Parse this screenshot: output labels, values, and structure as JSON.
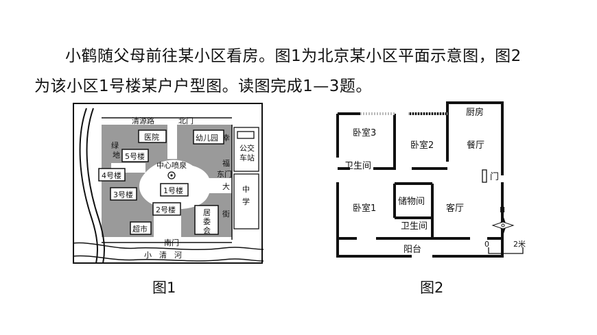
{
  "question": {
    "line1": "小鹤随父母前往某小区看房。图1为北京某小区平面示意图，图2",
    "line2": "为该小区1号楼某户户型图。读图完成1—3题。"
  },
  "fig1": {
    "caption": "图1",
    "road_north": "清源路",
    "gate_north": "北门",
    "hospital": "医院",
    "kindergarten": "幼儿园",
    "bus_station": "公交车站",
    "green_1": "绿",
    "green_2": "地",
    "fountain": "中心喷泉",
    "building_5": "5号楼",
    "building_4": "4号楼",
    "building_3": "3号楼",
    "building_1": "1号楼",
    "building_2": "2号楼",
    "committee": "居委会",
    "supermarket": "超市",
    "gate_south": "南门",
    "river": "小　清　河",
    "gate_east": "东门",
    "street": "幸福大街",
    "school": "中学"
  },
  "fig2": {
    "caption": "图2",
    "kitchen": "厨房",
    "bedroom3": "卧室3",
    "bedroom2": "卧室2",
    "dining": "餐厅",
    "bathroom1": "卫生间",
    "door": "门",
    "bedroom1": "卧室1",
    "storage": "储物间",
    "living": "客厅",
    "bathroom2": "卫生间",
    "balcony": "阳台",
    "north": "N",
    "scale_zero": "0",
    "scale_label": "2米"
  }
}
